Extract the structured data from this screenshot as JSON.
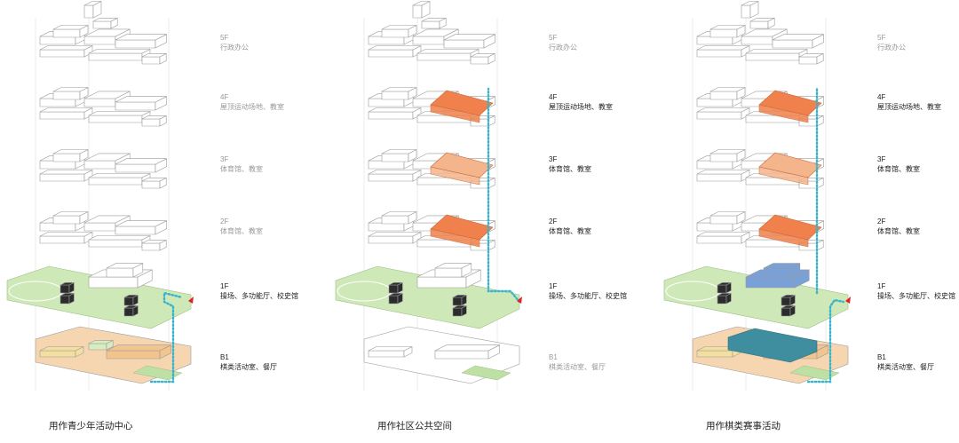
{
  "colors": {
    "line": "#9a9a9a",
    "green": "#cfe8b8",
    "orange": "#f0814c",
    "peach": "#f5b58c",
    "blue": "#7aa0d8",
    "teal": "#3f8ea0",
    "yellow": "#f3dfa0",
    "arrow": "#38b4cc",
    "red": "#e0202a"
  },
  "panels": [
    {
      "caption": "用作青少年活动中心",
      "floors": [
        {
          "level": "5F",
          "desc": "行政办公",
          "active": false,
          "fill": "none"
        },
        {
          "level": "4F",
          "desc": "屋顶运动场地、教室",
          "active": false,
          "fill": "none"
        },
        {
          "level": "3F",
          "desc": "体育馆、教室",
          "active": false,
          "fill": "none"
        },
        {
          "level": "2F",
          "desc": "体育馆、教室",
          "active": false,
          "fill": "none"
        },
        {
          "level": "1F",
          "desc": "操场、多功能厅、校史馆",
          "active": true,
          "fill": "green"
        },
        {
          "level": "B1",
          "desc": "棋类活动室、餐厅",
          "active": true,
          "fill": "b1-orange"
        }
      ],
      "path": "b1-to-1f"
    },
    {
      "caption": "用作社区公共空间",
      "floors": [
        {
          "level": "5F",
          "desc": "行政办公",
          "active": false,
          "fill": "none"
        },
        {
          "level": "4F",
          "desc": "屋顶运动场地、教室",
          "active": true,
          "fill": "orange"
        },
        {
          "level": "3F",
          "desc": "体育馆、教室",
          "active": true,
          "fill": "peach"
        },
        {
          "level": "2F",
          "desc": "体育馆、教室",
          "active": true,
          "fill": "orange"
        },
        {
          "level": "1F",
          "desc": "操场、多功能厅、校史馆",
          "active": true,
          "fill": "green"
        },
        {
          "level": "B1",
          "desc": "棋类活动室、餐厅",
          "active": false,
          "fill": "none"
        }
      ],
      "path": "1f-to-4f"
    },
    {
      "caption": "用作棋类赛事活动",
      "floors": [
        {
          "level": "5F",
          "desc": "行政办公",
          "active": false,
          "fill": "none"
        },
        {
          "level": "4F",
          "desc": "屋顶运动场地、教室",
          "active": true,
          "fill": "orange"
        },
        {
          "level": "3F",
          "desc": "体育馆、教室",
          "active": true,
          "fill": "peach"
        },
        {
          "level": "2F",
          "desc": "体育馆、教室",
          "active": true,
          "fill": "orange"
        },
        {
          "level": "1F",
          "desc": "操场、多功能厅、校史馆",
          "active": true,
          "fill": "green-blue"
        },
        {
          "level": "B1",
          "desc": "棋类活动室、餐厅",
          "active": true,
          "fill": "b1-teal"
        }
      ],
      "path": "b1-to-4f"
    }
  ]
}
